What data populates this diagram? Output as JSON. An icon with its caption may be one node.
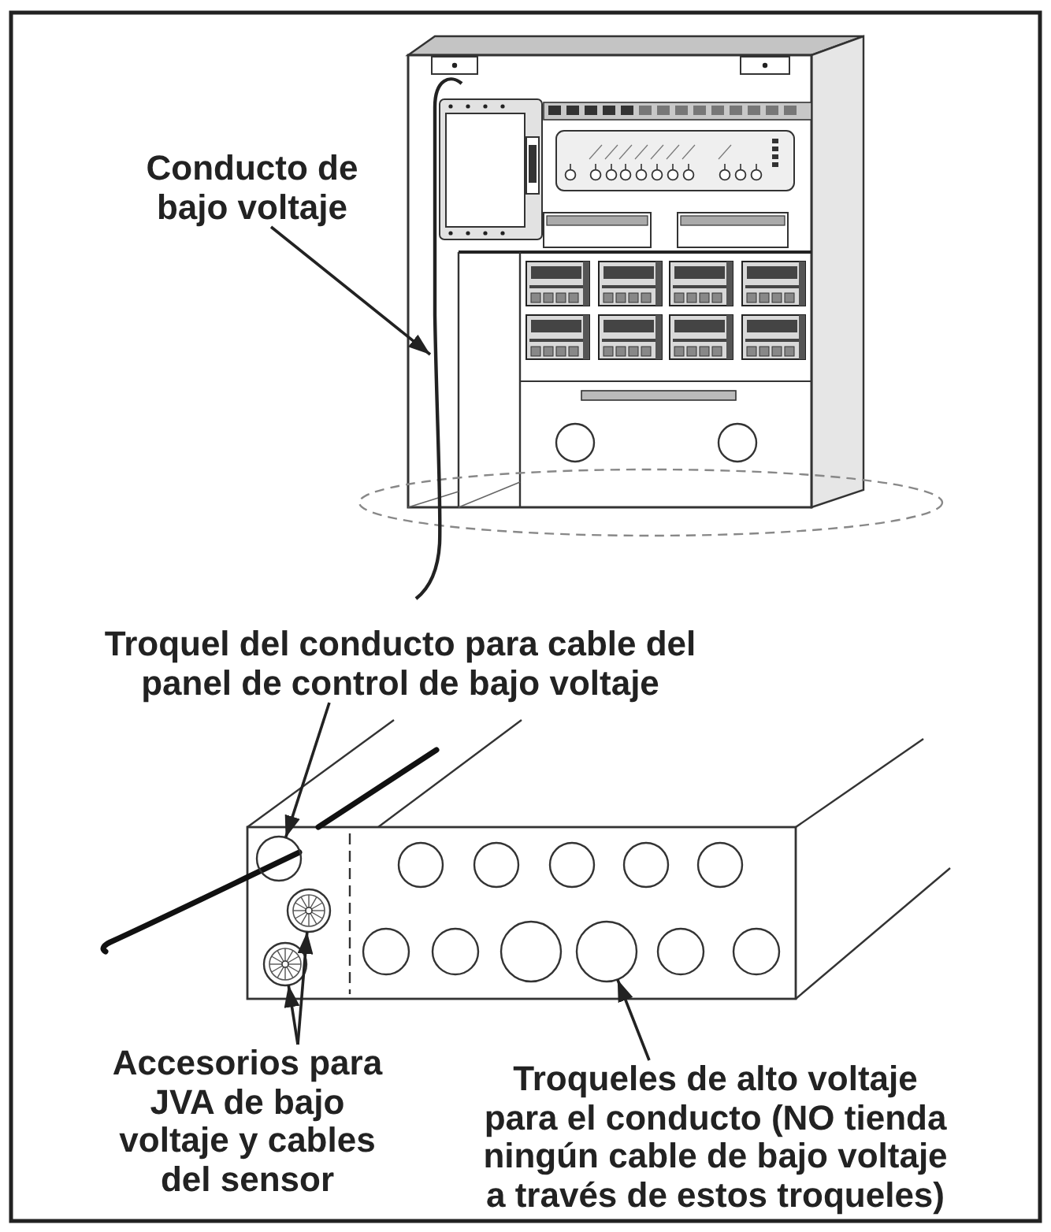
{
  "diagram": {
    "nodes": [
      {
        "text": [
          "Conducto de bajo voltaje"
        ]
      },
      {
        "text": [
          "Troquel del conducto para cable del panel de control de bajo voltaje"
        ]
      },
      {
        "text": [],
        "shape": "circle"
      },
      {
        "text": [],
        "shape": "circle"
      },
      {
        "text": [],
        "shape": "circle"
      },
      {
        "text": [],
        "shape": "circle"
      },
      {
        "text": [
          "Accesorios para JVA de bajo voltaje y cables del sensor"
        ]
      },
      {
        "text": [
          "Troqueles de alto voltaje para el conducto (NO tienda ningún cable de bajo voltaje a través de estos troqueles)"
        ]
      }
    ],
    "edges": [
      {
        "from": 0,
        "to": null,
        "arrow": "to"
      },
      {
        "from": 1,
        "to": 2,
        "arrow": "to"
      },
      {
        "from": 6,
        "to": 3,
        "arrow": "to"
      },
      {
        "from": 6,
        "to": 4,
        "arrow": "to"
      },
      {
        "from": 7,
        "to": 5,
        "arrow": "to"
      }
    ]
  }
}
